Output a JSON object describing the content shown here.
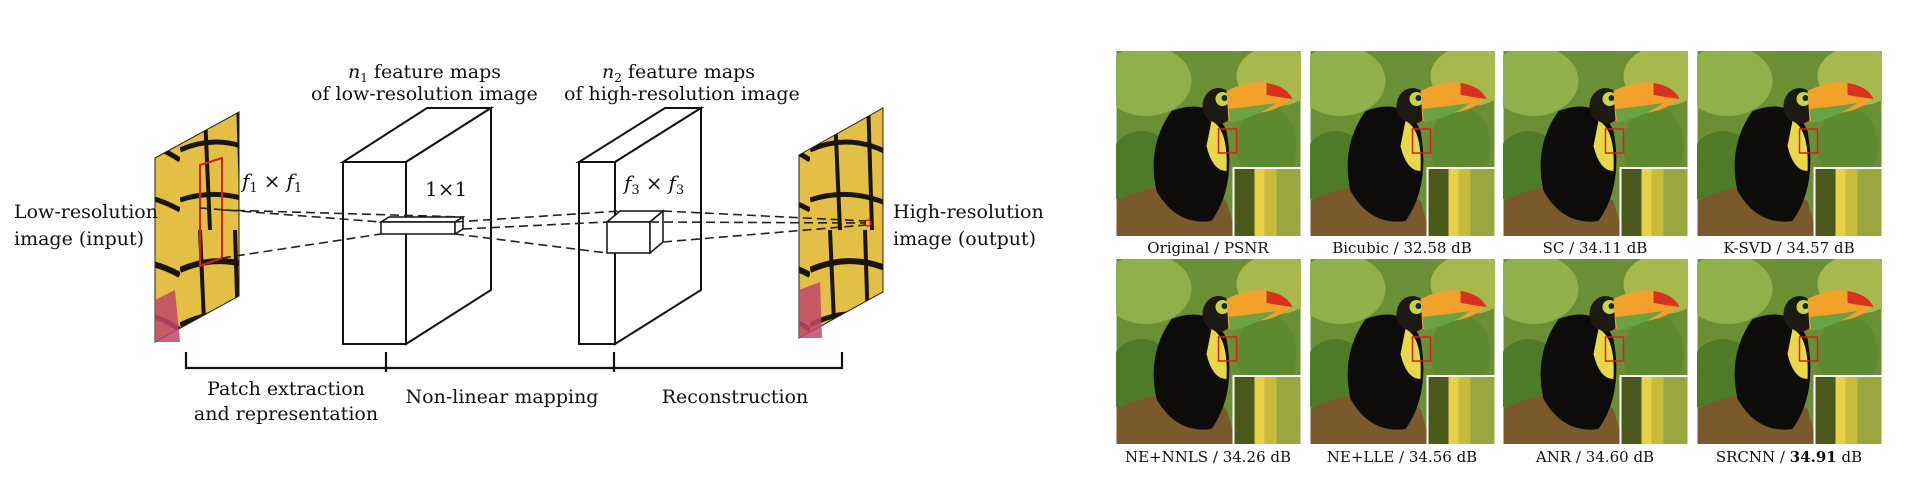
{
  "diagram": {
    "input_label": [
      "Low-resolution",
      "image (input)"
    ],
    "output_label": [
      "High-resolution",
      "image (output)"
    ],
    "filter1": {
      "sym": "f",
      "sub": "1",
      "times": "×"
    },
    "filter3": {
      "sym": "f",
      "sub": "3",
      "times": "×"
    },
    "one_by_one": "1×1",
    "maps1": {
      "sym": "n",
      "sub": "1",
      "line1": " feature maps",
      "line2": "of low-resolution image"
    },
    "maps2": {
      "sym": "n",
      "sub": "2",
      "line1": " feature maps",
      "line2": "of high-resolution image"
    },
    "stages": [
      [
        "Patch extraction",
        "and representation"
      ],
      [
        "Non-linear mapping"
      ],
      [
        "Reconstruction"
      ]
    ]
  },
  "comparison": {
    "rows": [
      [
        {
          "method": "Original",
          "value": "PSNR",
          "bold": false
        },
        {
          "method": "Bicubic",
          "value": "32.58 dB",
          "bold": false
        },
        {
          "method": "SC",
          "value": "34.11 dB",
          "bold": false
        },
        {
          "method": "K-SVD",
          "value": "34.57 dB",
          "bold": false
        }
      ],
      [
        {
          "method": "NE+NNLS",
          "value": "34.26 dB",
          "bold": false
        },
        {
          "method": "NE+LLE",
          "value": "34.56 dB",
          "bold": false
        },
        {
          "method": "ANR",
          "value": "34.60 dB",
          "bold": false
        },
        {
          "method": "SRCNN",
          "value": "34.91",
          "value_suffix": " dB",
          "bold": true
        }
      ]
    ]
  },
  "colors": {
    "line": "#111111",
    "highlight": "#d42020",
    "toucan_beak": "#f0a020",
    "foliage": "#5e8a2e",
    "butterfly": "#e7c44a"
  }
}
